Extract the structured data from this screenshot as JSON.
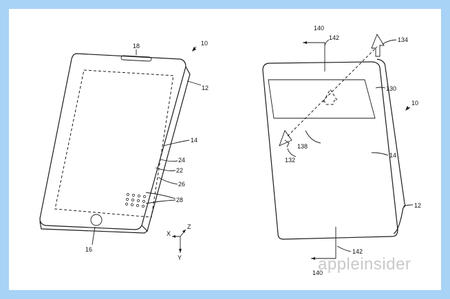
{
  "figure_left": {
    "labels": {
      "l10": "10",
      "l12": "12",
      "l14": "14",
      "l16": "16",
      "l18": "18",
      "l22": "22",
      "l24": "24",
      "l26": "26",
      "l28": "28"
    },
    "axes": {
      "x": "X",
      "y": "Y",
      "z": "Z"
    }
  },
  "figure_right": {
    "labels": {
      "l10": "10",
      "l12": "12",
      "l14": "14",
      "l130": "130",
      "l132": "132",
      "l134": "134",
      "l138": "138",
      "l140_top": "140",
      "l140_bottom": "140",
      "l142_top": "142",
      "l142_bottom": "142"
    }
  },
  "watermark": {
    "text": "appleinsider"
  }
}
